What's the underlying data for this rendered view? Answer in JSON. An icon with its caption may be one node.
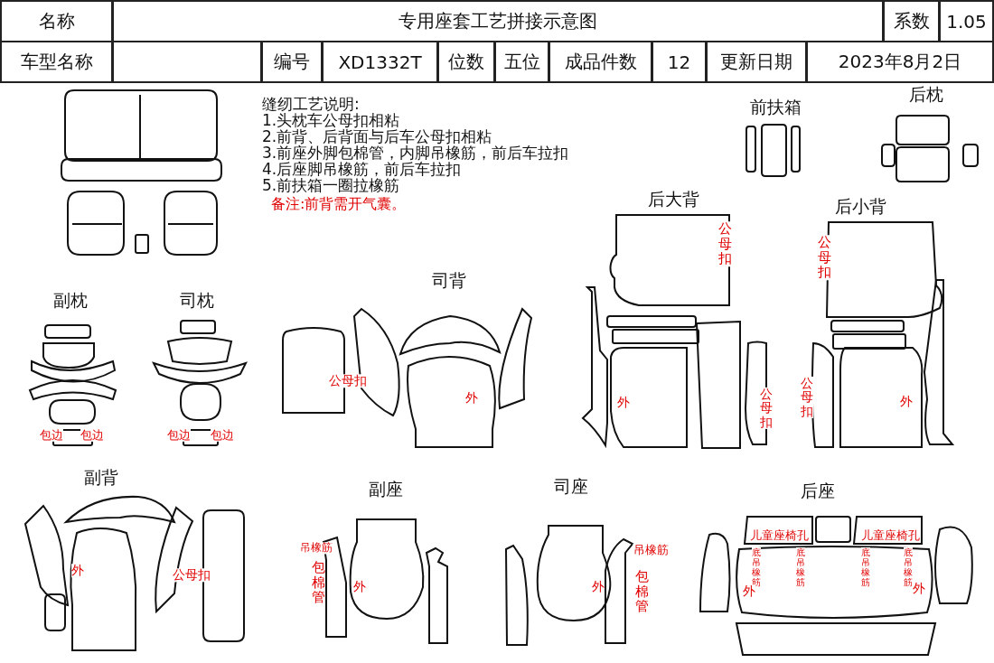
{
  "diagram": {
    "labels": [
      "名称",
      "专用座套工艺拼接示意图",
      "系数",
      "1.05",
      "车型名称",
      "编号",
      "XD1332T",
      "位数",
      "五位",
      "成品件数",
      "12",
      "更新日期",
      "2023年8月2日",
      "缝纫工艺说明:",
      "1.头枕车公母扣相粘",
      "2.前背、后背面与后车公母扣相粘",
      "3.前座外脚包棉管，内脚吊橡筋，前后车拉扣",
      "4.后座脚吊橡筋，前后车拉扣",
      "5.前扶箱一圈拉橡筋",
      "备注:前背需开气囊。",
      "后枕",
      "前扶箱",
      "后大背",
      "后小背",
      "公母扣",
      "公母扣",
      "司背",
      "副枕",
      "司枕",
      "公母扣",
      "外",
      "外",
      "公母扣",
      "公母扣",
      "外",
      "包边",
      "包边",
      "包边",
      "包边",
      "副背",
      "副座",
      "司座",
      "后座",
      "吊橡筋",
      "吊橡筋",
      "儿童座椅孔",
      "儿童座椅孔",
      "外",
      "公母扣",
      "包棉管",
      "底吊橡筋",
      "底吊橡筋",
      "底吊橡筋",
      "底吊橡筋",
      "外",
      "外",
      "包棉管",
      "外",
      "外"
    ]
  }
}
